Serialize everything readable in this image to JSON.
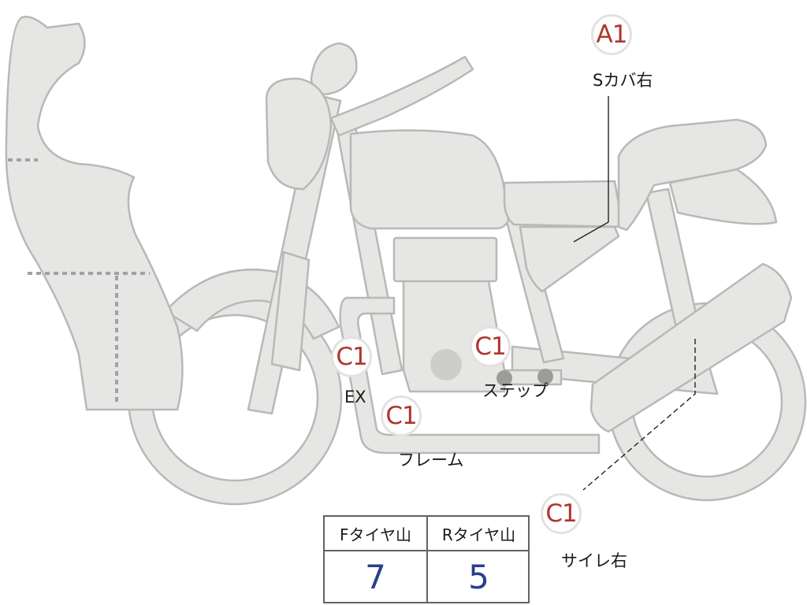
{
  "callouts": [
    {
      "grade": "A1",
      "label": "Sカバ右"
    },
    {
      "grade": "C1",
      "label": "EX"
    },
    {
      "grade": "C1",
      "label": "ステップ"
    },
    {
      "grade": "C1",
      "label": "フレーム"
    },
    {
      "grade": "C1",
      "label": "サイレ右"
    }
  ],
  "tire_table": {
    "headers": [
      "Fタイヤ山",
      "Rタイヤ山"
    ],
    "values": [
      "7",
      "5"
    ]
  },
  "colors": {
    "body": "#e6e6e4",
    "outline": "#b8b9b7",
    "seam": "#9ea3a6",
    "grade_text": "#b0352d",
    "value_text": "#2b3f8f"
  }
}
